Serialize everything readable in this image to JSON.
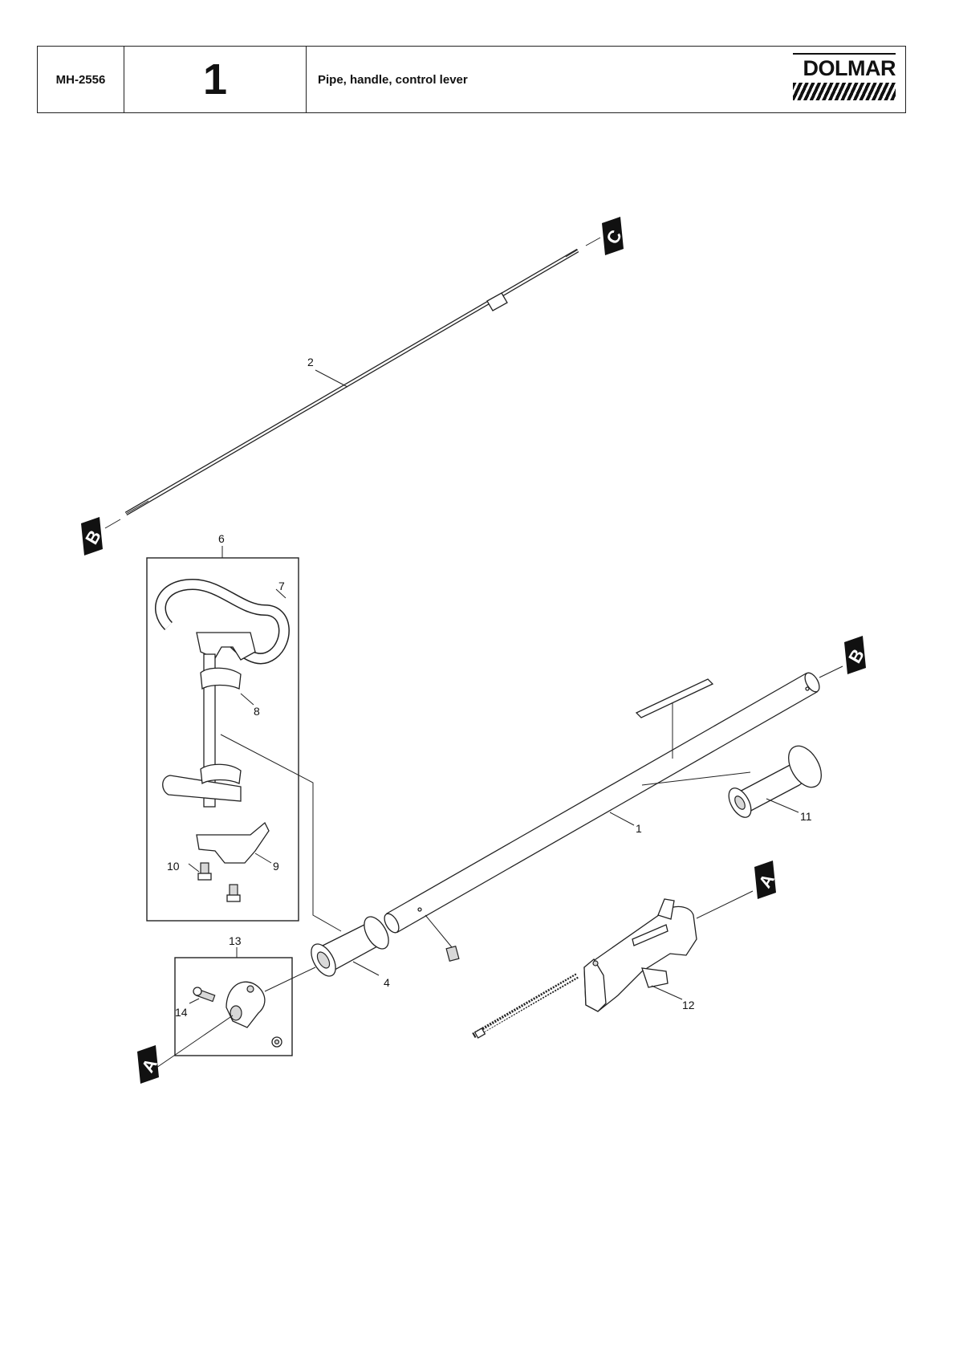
{
  "header": {
    "model": "MH-2556",
    "group_number": "1",
    "title": "Pipe, handle, control lever",
    "brand": "DOLMAR"
  },
  "markers": {
    "a": "A",
    "b": "B",
    "c": "C"
  },
  "callouts": {
    "p1": "1",
    "p2": "2",
    "p4": "4",
    "p6": "6",
    "p7": "7",
    "p8": "8",
    "p9": "9",
    "p10": "10",
    "p11": "11",
    "p12": "12",
    "p13": "13",
    "p14": "14"
  }
}
